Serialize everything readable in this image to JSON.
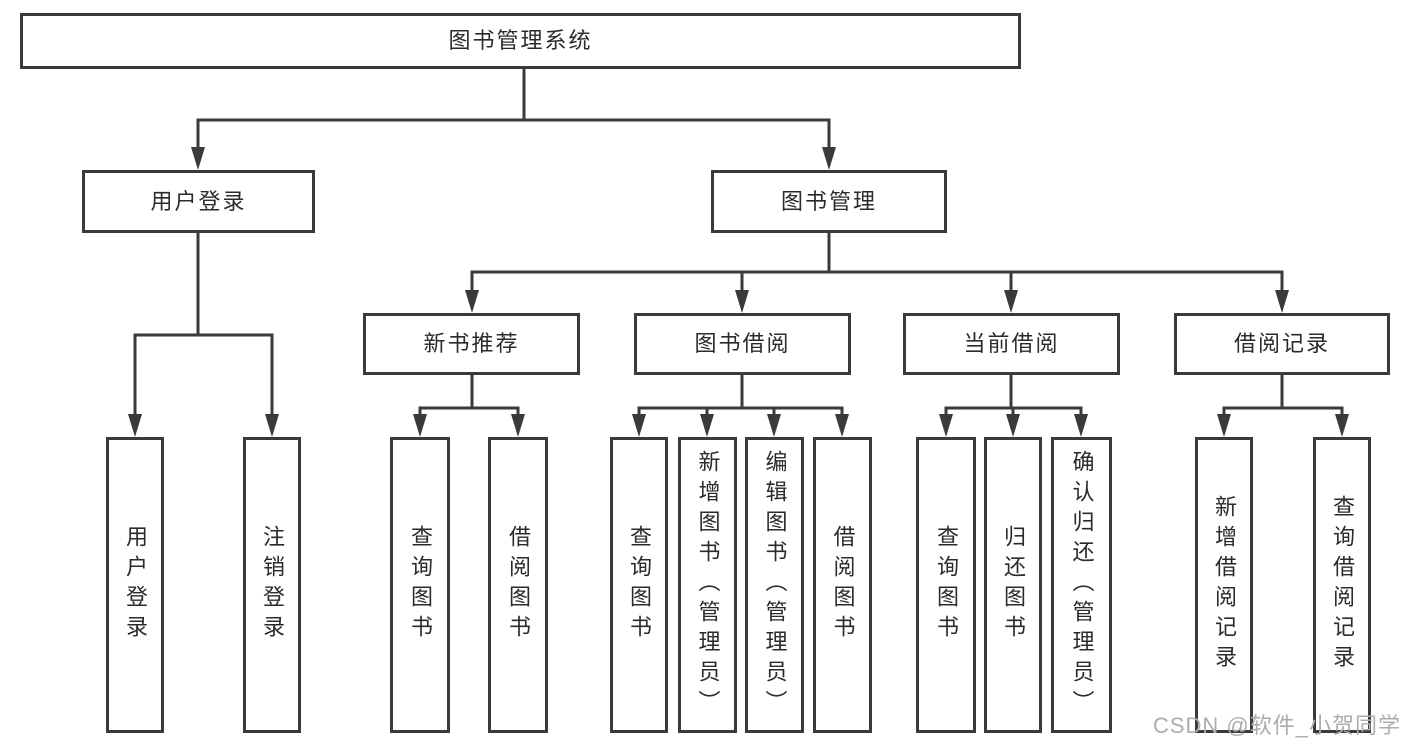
{
  "diagram": {
    "tree": {
      "label": "图书管理系统",
      "children": [
        {
          "label": "用户登录",
          "children": [
            {
              "label": "用户登录"
            },
            {
              "label": "注销登录"
            }
          ]
        },
        {
          "label": "图书管理",
          "children": [
            {
              "label": "新书推荐",
              "children": [
                {
                  "label": "查询图书"
                },
                {
                  "label": "借阅图书"
                }
              ]
            },
            {
              "label": "图书借阅",
              "children": [
                {
                  "label": "查询图书"
                },
                {
                  "label": "新增图书（管理员）"
                },
                {
                  "label": "编辑图书（管理员）"
                },
                {
                  "label": "借阅图书"
                }
              ]
            },
            {
              "label": "当前借阅",
              "children": [
                {
                  "label": "查询图书"
                },
                {
                  "label": "归还图书"
                },
                {
                  "label": "确认归还（管理员）"
                }
              ]
            },
            {
              "label": "借阅记录",
              "children": [
                {
                  "label": "新增借阅记录"
                },
                {
                  "label": "查询借阅记录"
                }
              ]
            }
          ]
        }
      ]
    },
    "colors": {
      "line": "#3a3a3c",
      "text": "#2b2b2d",
      "watermark": "#abacae",
      "background": "#ffffff"
    }
  },
  "watermark": "CSDN @软件_小贺同学"
}
